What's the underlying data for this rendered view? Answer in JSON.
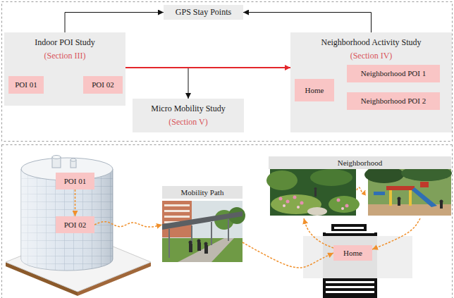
{
  "diagram": {
    "nodes": [
      {
        "text": [
          "GPS Stay Points"
        ]
      },
      {
        "text": [
          "Indoor POI Study",
          "(Section III)"
        ]
      },
      {
        "text": [
          "POI 01"
        ],
        "in": 1
      },
      {
        "text": [
          "POI 02"
        ],
        "in": 1
      },
      {
        "text": [
          "Neighborhood Activity Study",
          "(Section IV)"
        ]
      },
      {
        "text": [
          "Home"
        ],
        "in": 4
      },
      {
        "text": [
          "Neighborhood POI 1"
        ],
        "in": 4
      },
      {
        "text": [
          "Neighborhood POI 2"
        ],
        "in": 4
      },
      {
        "text": [
          "Micro Mobility Study",
          "(Section V)"
        ]
      },
      {
        "text": [
          "POI 01"
        ]
      },
      {
        "text": [
          "POI 02"
        ]
      },
      {
        "text": [
          "Mobility Path"
        ]
      },
      {
        "text": [
          "Neighborhood"
        ]
      },
      {
        "text": [
          "Home"
        ]
      }
    ],
    "edges": [
      {
        "from": 1,
        "to": 0,
        "arrow": "to"
      },
      {
        "from": 4,
        "to": 0,
        "arrow": "to"
      },
      {
        "from": 1,
        "to": 8,
        "arrow": "to"
      },
      {
        "from": 1,
        "to": 4,
        "arrow": "to"
      },
      {
        "from": 2,
        "to": 3,
        "arrow": "to"
      },
      {
        "from": 5,
        "to": 6,
        "arrow": "to"
      },
      {
        "from": 7,
        "to": 5,
        "arrow": "to"
      },
      {
        "from": 6,
        "to": 7,
        "arrow": "to"
      },
      {
        "from": 9,
        "to": 10,
        "arrow": "to"
      },
      {
        "from": 10,
        "to": 11,
        "arrow": "to"
      },
      {
        "from": 11,
        "to": 13,
        "arrow": "to"
      },
      {
        "from": 13,
        "to": 12,
        "arrow": "to"
      },
      {
        "from": 12,
        "to": 13,
        "arrow": "to"
      }
    ]
  }
}
